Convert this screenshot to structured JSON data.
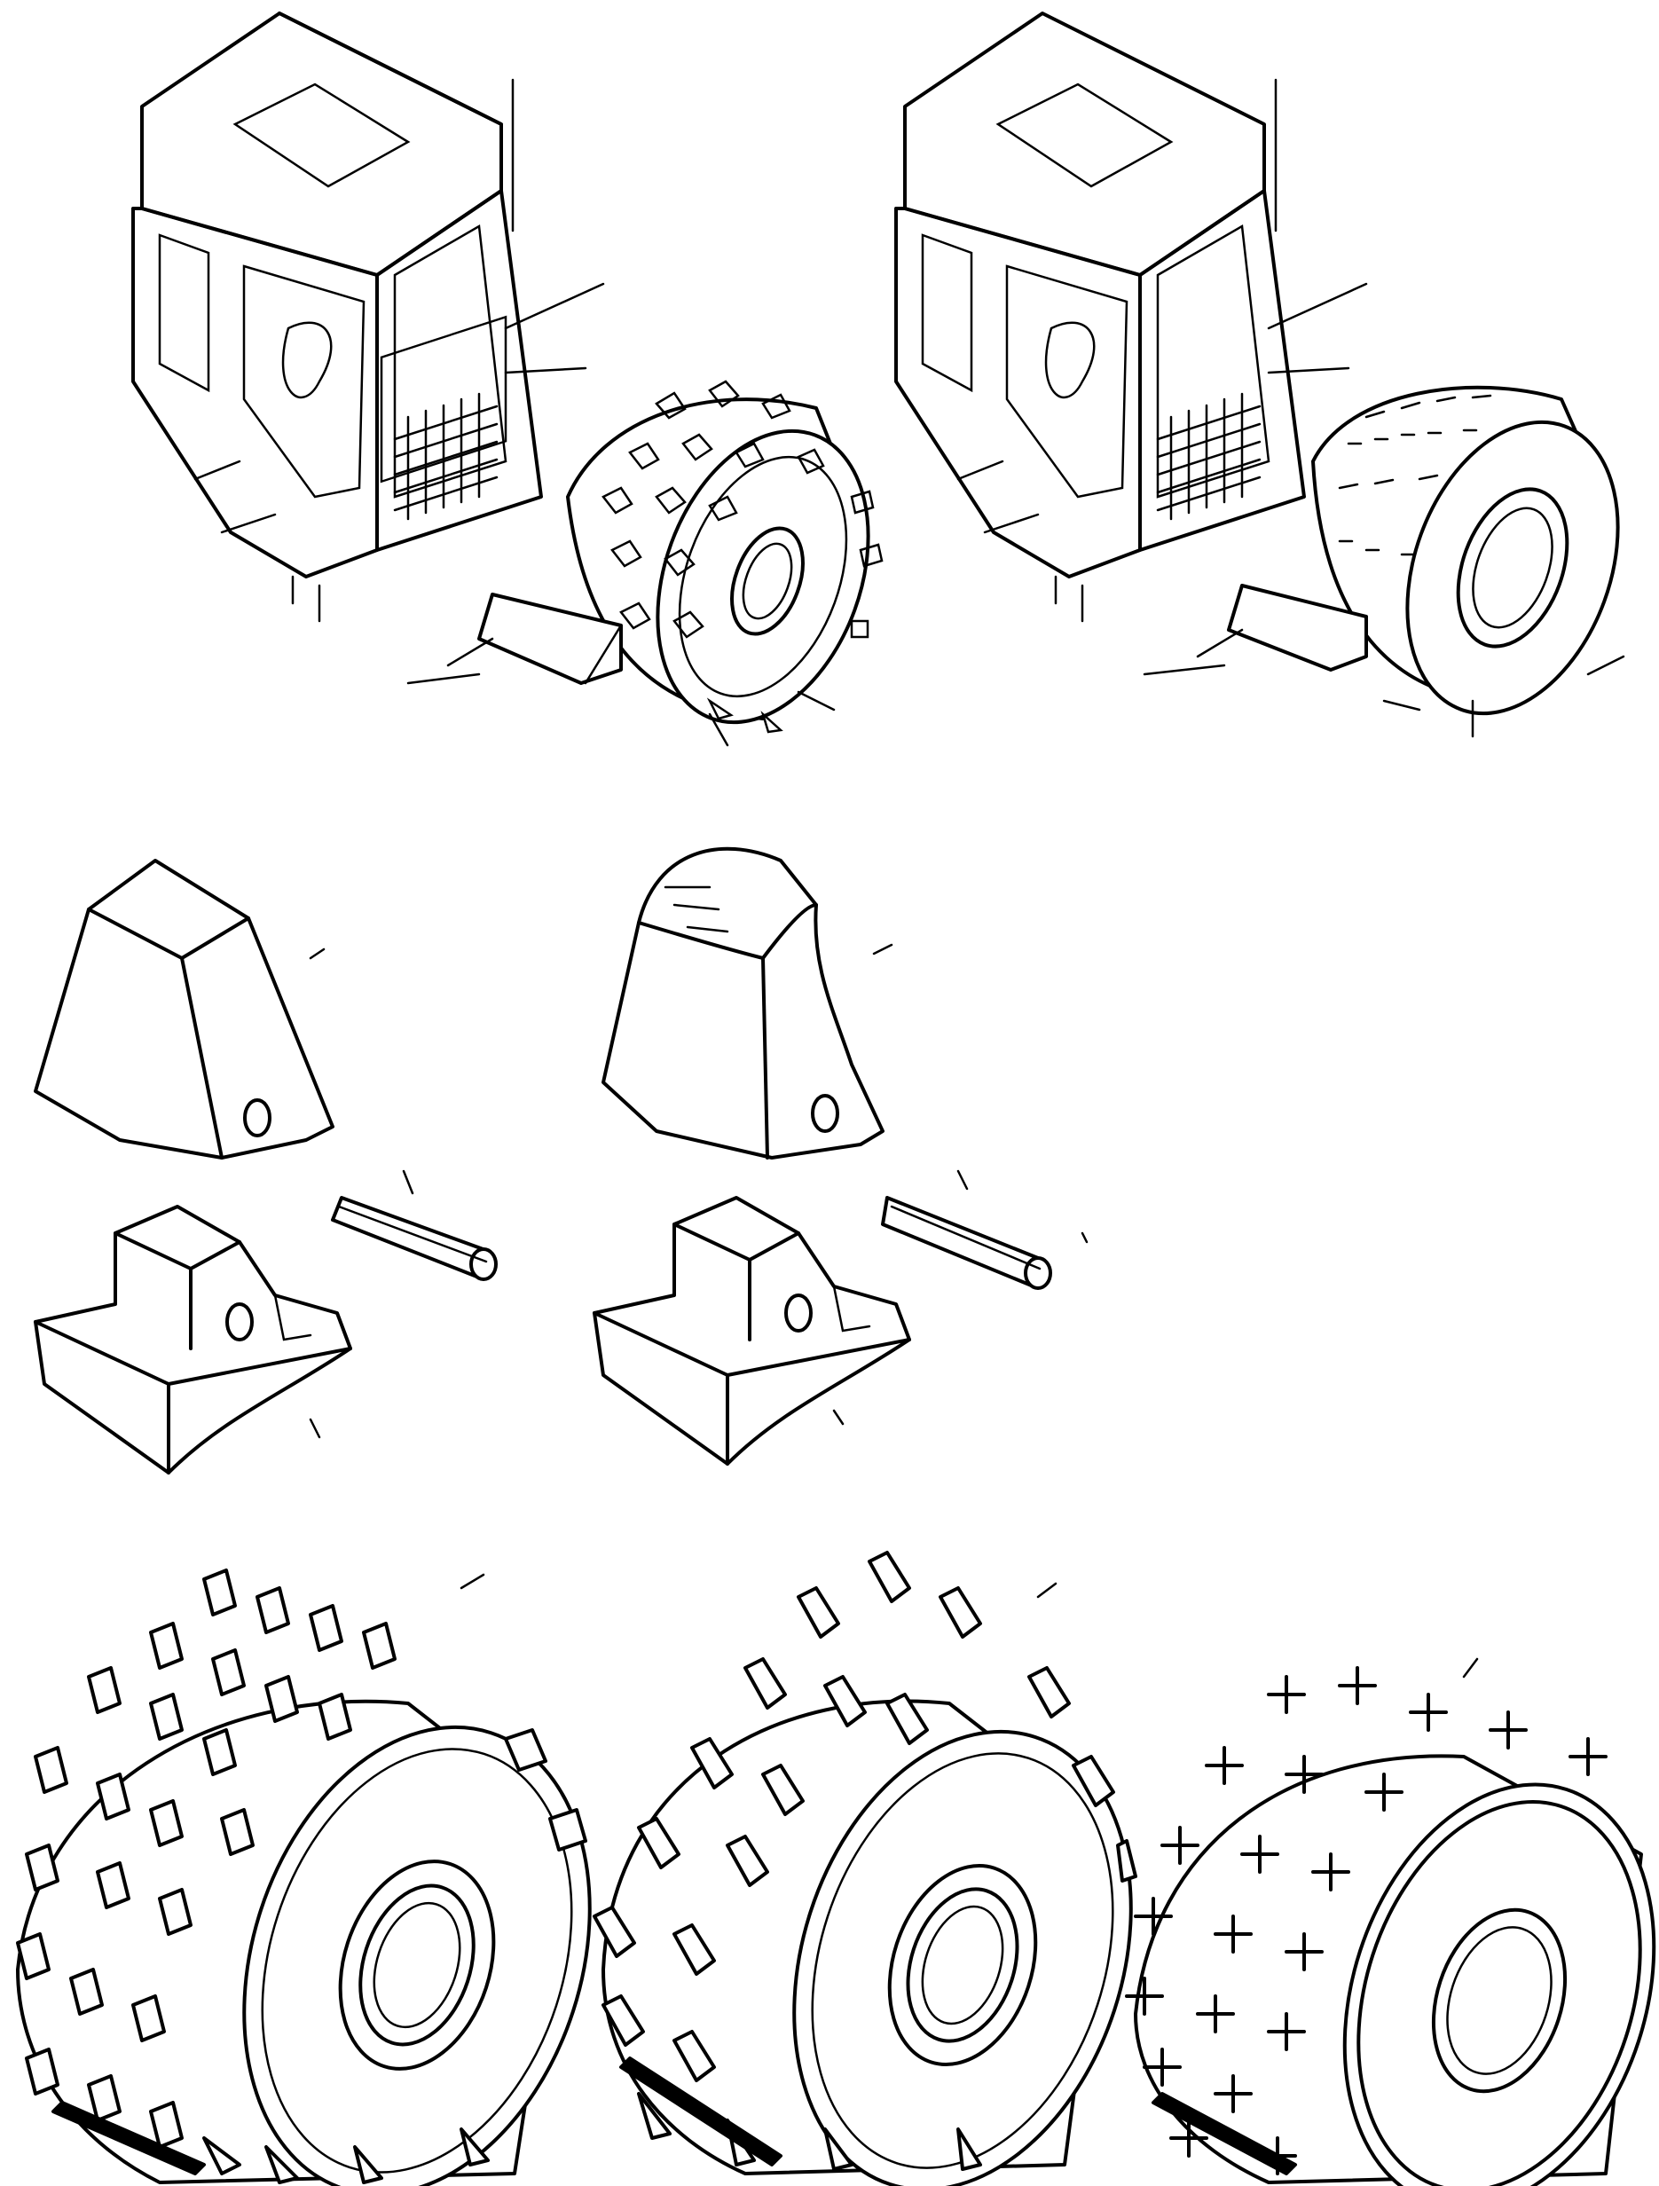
{
  "figure": {
    "background": "#ffffff",
    "ink": "#000000",
    "rows": [
      {
        "row": "machines",
        "panels": [
          "padfoot-roller-machine",
          "smooth-drum-roller-machine"
        ]
      },
      {
        "row": "pad-parts",
        "panels": [
          "pad-assembly-flat-top",
          "pad-assembly-curved-top"
        ]
      },
      {
        "row": "drums",
        "panels": [
          "tapered-pad-drum",
          "wedge-pad-drum",
          "cross-pad-drum"
        ]
      }
    ]
  }
}
